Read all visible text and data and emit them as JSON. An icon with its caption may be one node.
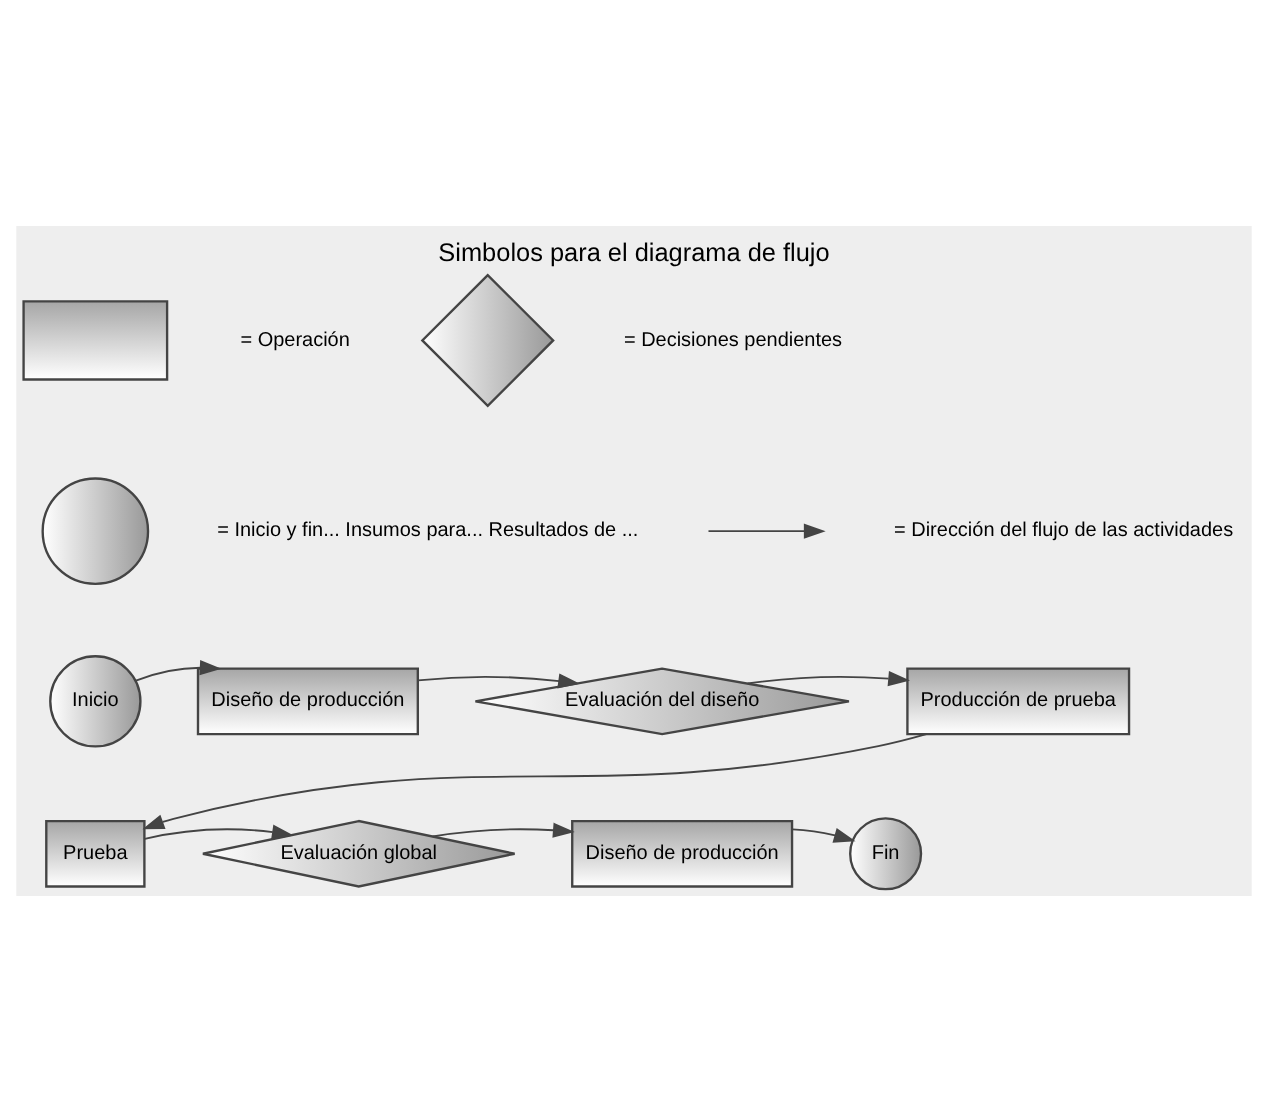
{
  "diagram": {
    "title": "Simbolos para el diagrama de flujo",
    "nodes": [
      {
        "text": [],
        "shape": "box",
        "beside": [
          "= Operación"
        ]
      },
      {
        "text": [],
        "shape": "diamond",
        "beside": [
          "= Decisiones pendientes"
        ]
      },
      {
        "text": [],
        "shape": "circle",
        "beside": [
          "= Inicio y fin... Insumos para... Resultados de ..."
        ]
      },
      {
        "text": [
          "Inicio"
        ]
      },
      {
        "text": [
          "Diseño de producción"
        ]
      },
      {
        "text": [
          "Evaluación del diseño"
        ]
      },
      {
        "text": [
          "Producción de prueba"
        ]
      },
      {
        "text": [
          "Prueba"
        ]
      },
      {
        "text": [
          "Evaluación global"
        ]
      },
      {
        "text": [
          "Diseño de producción"
        ]
      },
      {
        "text": [
          "Fin"
        ]
      }
    ],
    "edges": [
      {
        "from": 3,
        "to": 4,
        "arrow": "to"
      },
      {
        "from": 4,
        "to": 5,
        "arrow": "to"
      },
      {
        "from": 5,
        "to": 6,
        "arrow": "to"
      },
      {
        "from": 6,
        "to": 7,
        "arrow": "to"
      },
      {
        "from": 7,
        "to": 8,
        "arrow": "to"
      },
      {
        "from": 8,
        "to": 9,
        "arrow": "to"
      },
      {
        "from": 9,
        "to": 10,
        "arrow": "to"
      }
    ],
    "legend": [
      {
        "text": "= Dirección del flujo de las actividades"
      }
    ]
  }
}
